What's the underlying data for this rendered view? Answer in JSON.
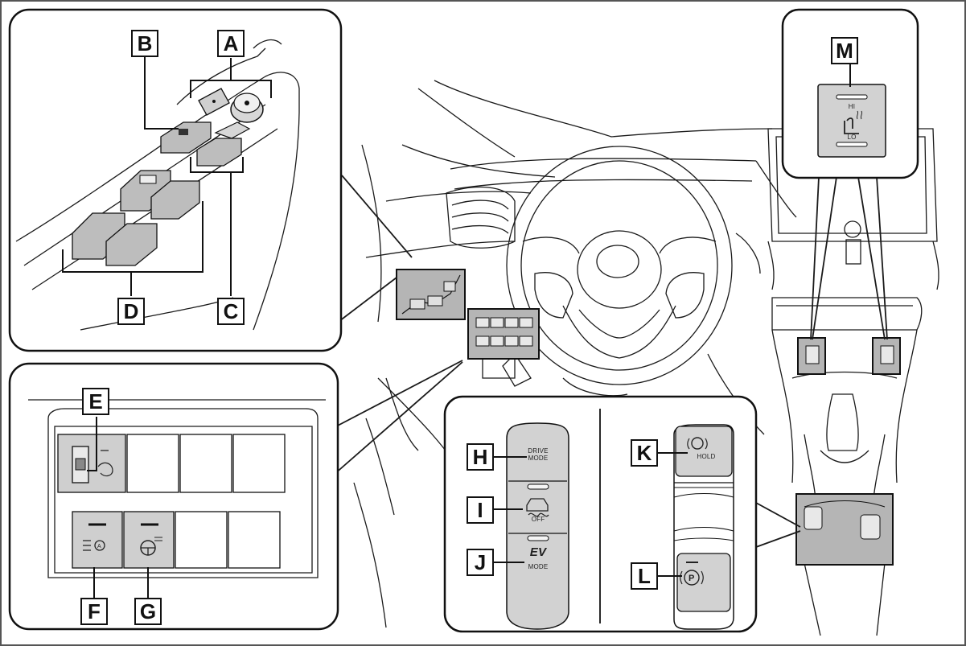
{
  "callouts": {
    "a": "A",
    "b": "B",
    "c": "C",
    "d": "D",
    "e": "E",
    "f": "F",
    "g": "G",
    "h": "H",
    "i": "I",
    "j": "J",
    "k": "K",
    "l": "L",
    "m": "M"
  },
  "button_text": {
    "drive_mode": "DRIVE\nMODE",
    "vsc_off": "OFF",
    "ev": "EV",
    "ev_mode": "MODE",
    "hold": "HOLD",
    "seat_hi": "HI",
    "seat_lo": "LO"
  },
  "colors": {
    "line": "#1a1a1a",
    "panel_fill": "#ffffff",
    "switch_fill": "#c8c8c8",
    "highlight_fill": "#a9a9a9"
  }
}
